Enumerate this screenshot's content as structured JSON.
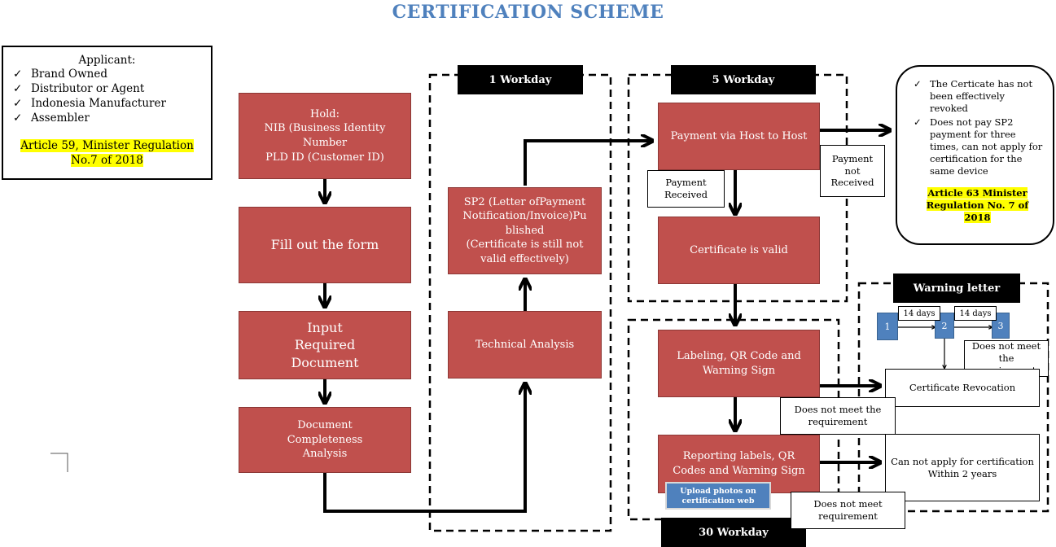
{
  "title": "CERTIFICATION SCHEME",
  "applicant": {
    "heading": "Applicant:",
    "items": [
      "Brand Owned",
      "Distributor or Agent",
      "Indonesia Manufacturer",
      "Assembler"
    ],
    "article_line1": "Article 59, Minister Regulation",
    "article_line2": "No.7 of 2018"
  },
  "phases": {
    "one_workday": "1 Workday",
    "five_workday": "5 Workday",
    "thirty_workday": "30 Workday",
    "warning_letter": "Warning letter"
  },
  "steps": {
    "hold": [
      "Hold:",
      "NIB (Business Identity",
      "Number",
      "PLD ID (Customer ID)"
    ],
    "fill_form": "Fill out the form",
    "input_doc": [
      "Input",
      "Required",
      "Document"
    ],
    "doc_analysis": [
      "Document",
      "Completeness",
      "Analysis"
    ],
    "technical": "Technical Analysis",
    "sp2": [
      "SP2 (Letter ofPayment",
      "Notification/Invoice)Pu",
      "blished",
      "(Certificate is still not",
      "valid effectively)"
    ],
    "payment": "Payment via Host to Host",
    "cert_valid": "Certificate is valid",
    "labeling": [
      "Labeling, QR Code and",
      "Warning Sign"
    ],
    "reporting": [
      "Reporting labels, QR",
      "Codes and Warning Sign"
    ]
  },
  "labels": {
    "payment_received": [
      "Payment",
      "Received"
    ],
    "payment_not_received": [
      "Payment",
      "not",
      "Received"
    ],
    "not_meet_1": [
      "Does not meet",
      "the requirement"
    ],
    "not_meet_2": [
      "Does not meet the",
      "requirement"
    ],
    "not_meet_3": [
      "Does not meet",
      "requirement"
    ],
    "cert_revocation": "Certificate Revocation",
    "cannot_apply": [
      "Can not apply for certification",
      "Within 2 years"
    ],
    "upload": [
      "Upload photos on",
      "certification web"
    ]
  },
  "warning": {
    "steps": [
      "1",
      "2",
      "3"
    ],
    "days": [
      "14 days",
      "14 days"
    ]
  },
  "revoked_note": {
    "items": [
      "The Certicate has not been effectively revoked",
      "Does not pay SP2 payment for three times, can not apply for certification for the same device"
    ],
    "article_line1": "Article 63 Minister",
    "article_line2": "Regulation No. 7 of",
    "article_line3": "2018"
  },
  "icons": {
    "check": "check-icon",
    "arrow": "arrow-icon"
  }
}
